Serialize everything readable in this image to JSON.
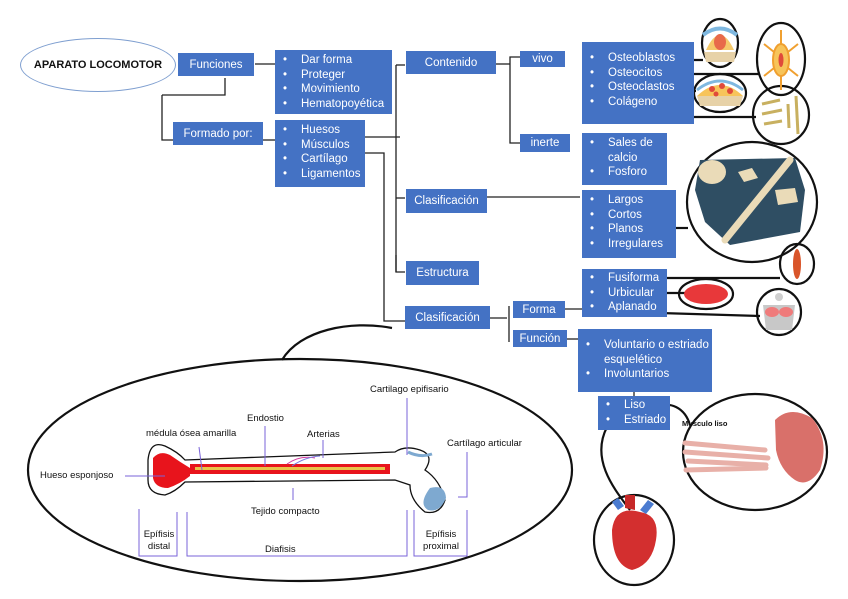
{
  "root": {
    "label": "APARATO LOCOMOTOR"
  },
  "colors": {
    "box": "#4472c4",
    "line": "#222222",
    "cartilage": "#7ea9d0",
    "marrow_red": "#e8141c",
    "marrow_yellow": "#e8c24a"
  },
  "funciones": {
    "label": "Funciones",
    "items": [
      "Dar forma",
      "Proteger",
      "Movimiento",
      "Hematopoyética"
    ]
  },
  "formado": {
    "label": "Formado por:",
    "items": [
      "Huesos",
      "Músculos",
      "Cartílago",
      "Ligamentos"
    ]
  },
  "huesos": {
    "contenido": {
      "label": "Contenido"
    },
    "vivo": {
      "label": "vivo",
      "items": [
        "Osteoblastos",
        "Osteocitos",
        "Osteoclastos",
        "Colágeno"
      ]
    },
    "inerte": {
      "label": "inerte",
      "items": [
        "Sales de calcio",
        "Fosforo"
      ]
    },
    "clasificacion": {
      "label": "Clasificación",
      "items": [
        "Largos",
        "Cortos",
        "Planos",
        "Irregulares"
      ]
    },
    "estructura": {
      "label": "Estructura"
    }
  },
  "musculos": {
    "clasificacion": {
      "label": "Clasificación"
    },
    "forma": {
      "label": "Forma",
      "items": [
        "Fusiforma",
        "Urbicular",
        "Aplanado"
      ]
    },
    "funcion": {
      "label": "Función",
      "items": [
        "Voluntario o estriado esquelético",
        "Involuntarios"
      ]
    },
    "involuntarios": {
      "items": [
        "Liso",
        "Estriado"
      ]
    }
  },
  "bone_diagram": {
    "labels": {
      "hueso_esponjoso": "Hueso esponjoso",
      "medula": "médula ósea amarilla",
      "endostio": "Endostio",
      "arterias": "Arterias",
      "tejido": "Tejido compacto",
      "cart_epifisario": "Cartilago epifisario",
      "cart_articular": "Cartílago articular",
      "epifisis_distal": "Epífisis distal",
      "diafisis": "Diafisis",
      "epifisis_proximal": "Epífisis proximal"
    }
  },
  "musculo_liso": {
    "label": "Musculo liso"
  },
  "images": [
    "osteoblast-illustration",
    "osteocyte-illustration",
    "osteoclast-illustration",
    "collagen-illustration",
    "bone-types-illustration",
    "fusiform-muscle-illustration",
    "orbicular-muscle-illustration",
    "flat-muscle-illustration",
    "smooth-muscle-illustration",
    "heart-illustration"
  ]
}
